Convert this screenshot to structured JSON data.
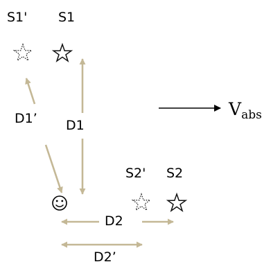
{
  "labels": {
    "s1_prime": "S1'",
    "s1": "S1",
    "d1_prime": "D1’",
    "d1": "D1",
    "s2_prime": "S2'",
    "s2": "S2",
    "d2": "D2",
    "d2_prime": "D2’",
    "v_main": "V",
    "v_sub": "abs"
  },
  "colors": {
    "arrow": "#c4b896",
    "velocity_arrow": "#000000",
    "text": "#000000"
  },
  "icons": {
    "s1_prime": "dotted-star-icon",
    "s1": "star-icon",
    "s2_prime": "dotted-star-icon",
    "s2": "star-icon",
    "observer": "smiley-face-icon"
  }
}
